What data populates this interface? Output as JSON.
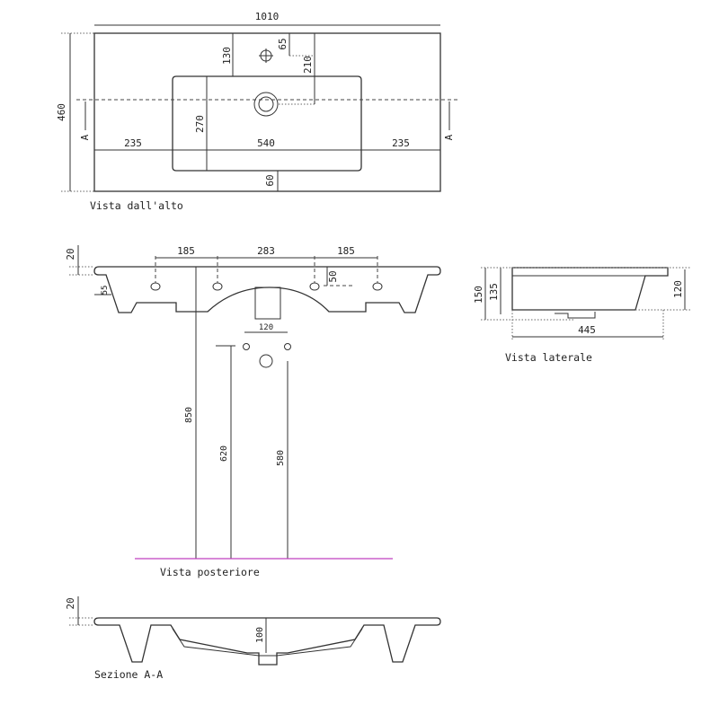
{
  "views": {
    "top": {
      "caption": "Vista dall'alto",
      "section_marker": "A",
      "dims": {
        "width": "1010",
        "depth": "460",
        "tap_offset": "130",
        "tap_to_edge": "65",
        "drain_from_tap": "210",
        "basin_depth": "270",
        "left": "235",
        "basin_width": "540",
        "right": "235",
        "front": "60"
      }
    },
    "rear": {
      "caption": "Vista posteriore",
      "dims": {
        "top_thickness": "20",
        "spacing_left": "185",
        "spacing_center": "283",
        "spacing_right": "185",
        "hole_drop": "50",
        "leg": "55",
        "bracket_spacing": "120",
        "height_total": "850",
        "height_brackets": "620",
        "height_drain": "580"
      }
    },
    "side": {
      "caption": "Vista laterale",
      "dims": {
        "height": "150",
        "body": "135",
        "front": "120",
        "depth": "445"
      }
    },
    "section": {
      "caption": "Sezione A-A",
      "dims": {
        "top_thickness": "20",
        "bowl_depth": "100"
      }
    }
  },
  "colors": {
    "floor_line": "#c040c0",
    "line": "#333333"
  }
}
